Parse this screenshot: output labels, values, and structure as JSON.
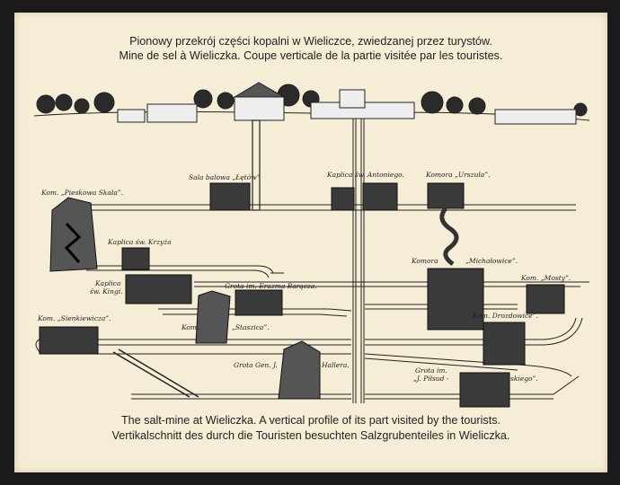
{
  "header": {
    "line_polish": "Pionowy przekrój części kopalni w Wieliczce, zwiedzanej przez turystów.",
    "line_french": "Mine de sel à Wieliczka. Coupe verticale de la partie visitée par les touristes."
  },
  "footer": {
    "line_english": "The salt-mine at Wieliczka. A vertical profile of its part visited by the tourists.",
    "line_german": "Vertikalschnitt des durch die Touristen besuchten Salzgrubenteiles in Wieliczka."
  },
  "chambers": {
    "sala_balowa": "Sala balowa „Łętów”",
    "pieskowa_skala": "Kom. „Pieskowa Skała”.",
    "kaplica_krzyza": "Kaplica św. Krzyża",
    "kaplica_kingi_1": "Kaplica",
    "kaplica_kingi_2": "św. Kingi.",
    "grota_baracza": "Grota im. Erazma Barącza.",
    "sienkiewicza": "Kom. „Sienkiewicza”.",
    "staszica_1": "Kom.",
    "staszica_2": "„Staszica”.",
    "hallera_1": "Grota Gen. J.",
    "hallera_2": "Hallera.",
    "kaplica_antoniego": "Kaplica św. Antoniego.",
    "urszula": "Komora „Urszula”.",
    "michalowice_1": "Komora",
    "michalowice_2": "„Michałowice”.",
    "mosty": "Kom. „Mosty”.",
    "drozdowice": "Kom. Drozdowice”.",
    "pilsudskiego_1": "Grota im.",
    "pilsudskiego_2": "„J. Piłsud -",
    "pilsudskiego_3": "skiego”."
  }
}
